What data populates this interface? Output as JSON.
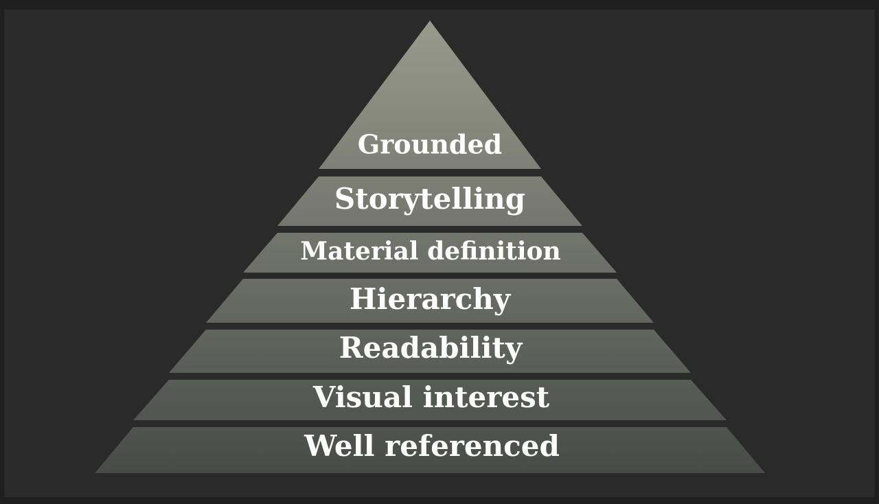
{
  "pyramid": {
    "tiers": [
      {
        "label": "Grounded"
      },
      {
        "label": "Storytelling"
      },
      {
        "label": "Material definition"
      },
      {
        "label": "Hierarchy"
      },
      {
        "label": "Readability"
      },
      {
        "label": "Visual interest"
      },
      {
        "label": "Well referenced"
      }
    ]
  },
  "colors": {
    "page_background": "#1e1f1e",
    "board_background": "#2a2a2a",
    "tier_top": "#999a8c",
    "tier_bottom": "#474c48",
    "label_text": "#ffffff"
  }
}
